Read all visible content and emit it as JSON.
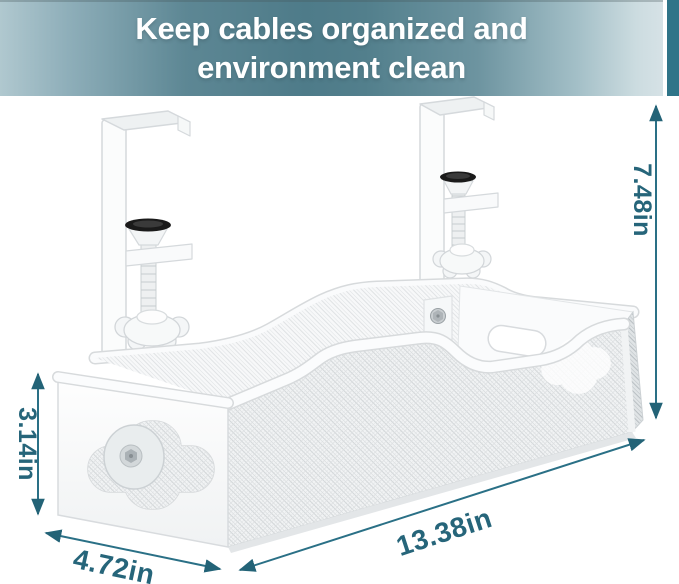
{
  "banner": {
    "title_line1": "Keep cables organized and",
    "title_line2": "environment clean",
    "text_color": "#ffffff",
    "bg_center": "#4e7b89",
    "bg_edge_left": "#b0c8cf",
    "bg_edge_right": "#d6e2e6",
    "accent_block": "#2f7488"
  },
  "annotations": {
    "color": "#26657a",
    "arrow_color": "#2a7086",
    "height": "7.48in",
    "side_height": "3.14in",
    "depth": "4.72in",
    "width": "13.38in"
  }
}
